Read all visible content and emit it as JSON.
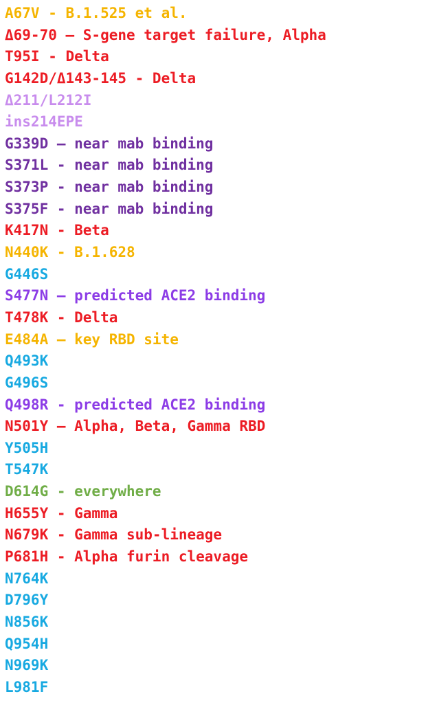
{
  "colors": {
    "orange": "#f5b400",
    "red": "#ec1c24",
    "lavender": "#c88ced",
    "purple": "#7030a0",
    "violet": "#8c3ce6",
    "blue": "#17a9e1",
    "green": "#70ad47"
  },
  "mutations": [
    {
      "text": "A67V - B.1.525 et al.",
      "color": "orange"
    },
    {
      "text": "Δ69-70 — S-gene target failure, Alpha",
      "color": "red"
    },
    {
      "text": "T95I - Delta",
      "color": "red"
    },
    {
      "text": "G142D/Δ143-145 - Delta",
      "color": "red"
    },
    {
      "text": "Δ211/L212I",
      "color": "lavender"
    },
    {
      "text": "ins214EPE",
      "color": "lavender"
    },
    {
      "text": "G339D — near mab binding",
      "color": "purple"
    },
    {
      "text": "S371L - near mab binding",
      "color": "purple"
    },
    {
      "text": "S373P - near mab binding",
      "color": "purple"
    },
    {
      "text": "S375F - near mab binding",
      "color": "purple"
    },
    {
      "text": "K417N - Beta",
      "color": "red"
    },
    {
      "text": "N440K - B.1.628",
      "color": "orange"
    },
    {
      "text": "G446S",
      "color": "blue"
    },
    {
      "text": "S477N — predicted ACE2 binding",
      "color": "violet"
    },
    {
      "text": "T478K - Delta",
      "color": "red"
    },
    {
      "text": "E484A — key RBD site",
      "color": "orange"
    },
    {
      "text": "Q493K",
      "color": "blue"
    },
    {
      "text": "G496S",
      "color": "blue"
    },
    {
      "text": "Q498R - predicted ACE2 binding",
      "color": "violet"
    },
    {
      "text": "N501Y — Alpha, Beta, Gamma RBD",
      "color": "red"
    },
    {
      "text": "Y505H",
      "color": "blue"
    },
    {
      "text": "T547K",
      "color": "blue"
    },
    {
      "text": "D614G - everywhere",
      "color": "green"
    },
    {
      "text": "H655Y - Gamma",
      "color": "red"
    },
    {
      "text": "N679K - Gamma sub-lineage",
      "color": "red"
    },
    {
      "text": "P681H - Alpha furin cleavage",
      "color": "red"
    },
    {
      "text": "N764K",
      "color": "blue"
    },
    {
      "text": "D796Y",
      "color": "blue"
    },
    {
      "text": "N856K",
      "color": "blue"
    },
    {
      "text": "Q954H",
      "color": "blue"
    },
    {
      "text": "N969K",
      "color": "blue"
    },
    {
      "text": "L981F",
      "color": "blue"
    }
  ]
}
